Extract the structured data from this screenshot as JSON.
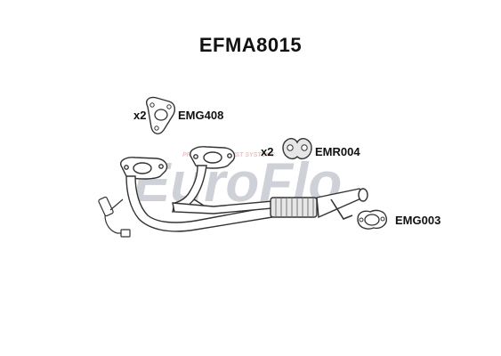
{
  "title": "EFMA8015",
  "parts": [
    {
      "qty": "x2",
      "code": "EMG408",
      "icon": "triangular-gasket-icon"
    },
    {
      "qty": "x2",
      "code": "EMR004",
      "icon": "rubber-hanger-icon"
    },
    {
      "qty": "",
      "code": "EMG003",
      "icon": "oval-gasket-icon"
    }
  ],
  "watermark": {
    "brand": "EuroFlo",
    "tagline": "PREMIUM EXHAUST SYSTEMS",
    "colors": {
      "grey": "#c9cdd3",
      "red": "#f2b9b9"
    }
  },
  "colors": {
    "line": "#333333",
    "fill": "#ffffff",
    "shade": "#d8d8d8"
  }
}
